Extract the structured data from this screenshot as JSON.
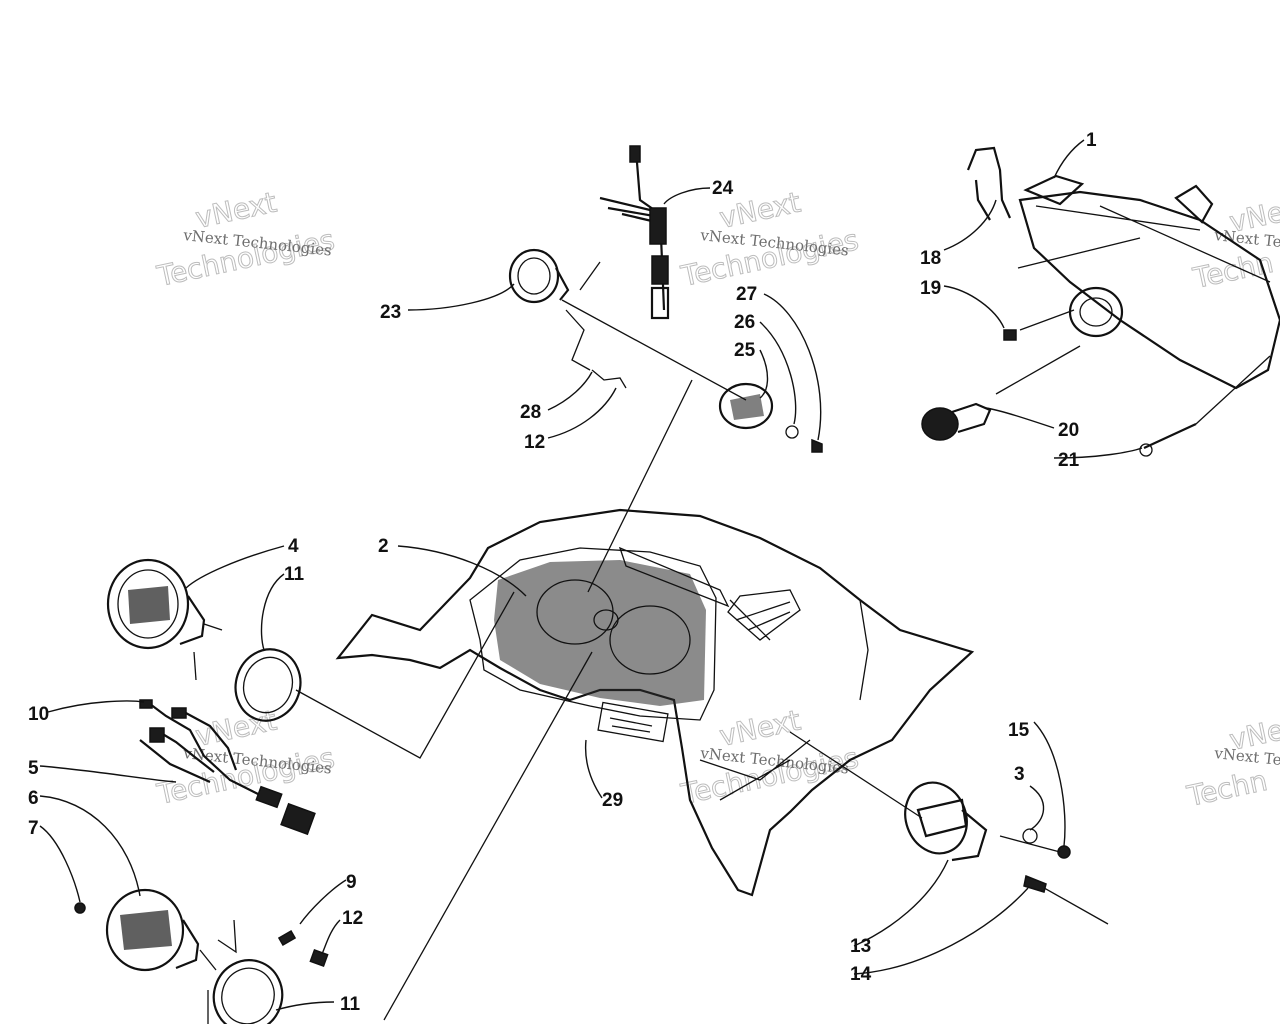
{
  "watermark": {
    "brand_a": "vNext",
    "brand_b": "Technologies",
    "company": "vNext Technologies",
    "company_cut": "vNext Te",
    "brand_a_cut": "vNe",
    "brand_b_cut": "Techn"
  },
  "callouts": {
    "c1": "1",
    "c2": "2",
    "c3": "3",
    "c4": "4",
    "c5": "5",
    "c6": "6",
    "c7": "7",
    "c9": "9",
    "c10": "10",
    "c11a": "11",
    "c11b": "11",
    "c12a": "12",
    "c12b": "12",
    "c13": "13",
    "c14": "14",
    "c15": "15",
    "c18": "18",
    "c19": "19",
    "c20": "20",
    "c21": "21",
    "c23": "23",
    "c24": "24",
    "c25": "25",
    "c26": "26",
    "c27": "27",
    "c28": "28",
    "c29": "29"
  }
}
